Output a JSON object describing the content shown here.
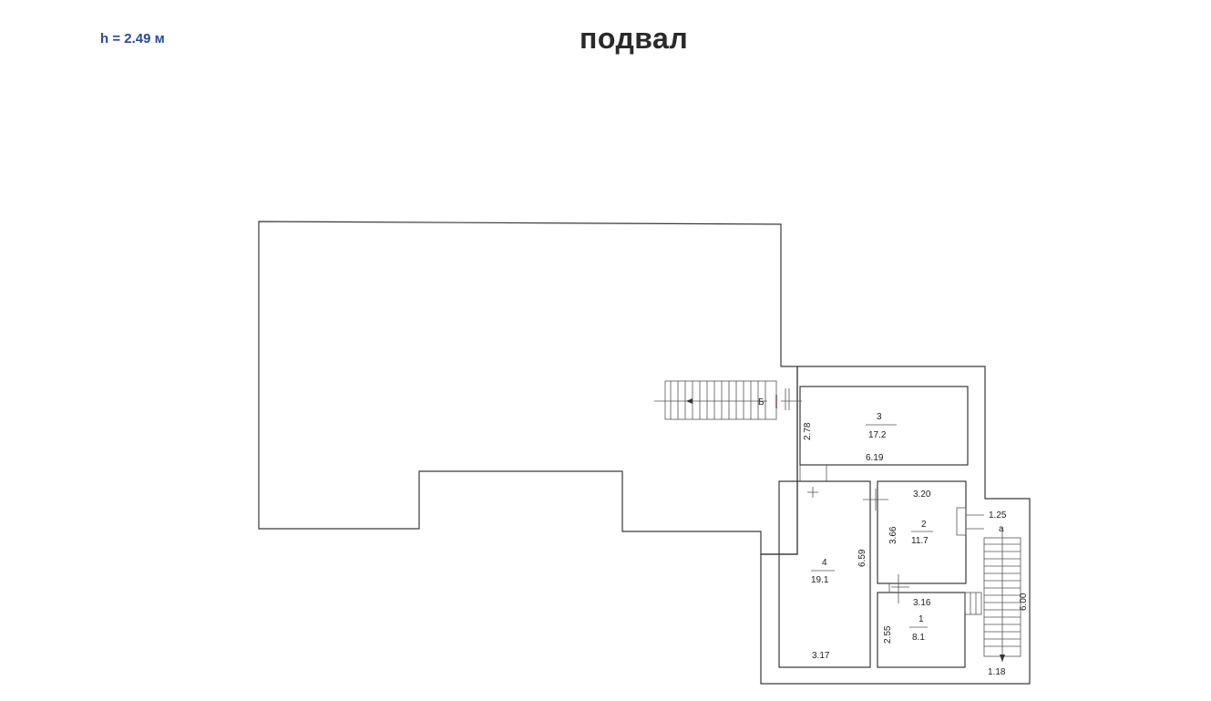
{
  "header": {
    "height_label": "h = 2.49 м",
    "title": "подвал"
  },
  "rooms": [
    {
      "number": "1",
      "area": "8.1"
    },
    {
      "number": "2",
      "area": "11.7"
    },
    {
      "number": "3",
      "area": "17.2"
    },
    {
      "number": "4",
      "area": "19.1"
    }
  ],
  "dimensions": {
    "room3_height": "2.78",
    "room3_width": "6.19",
    "room2_width": "3.20",
    "room2_height": "3.66",
    "room4_height": "6.59",
    "room4_width": "3.17",
    "room1_width": "3.16",
    "room1_height": "2.55",
    "stair_top_width": "1.25",
    "stair_length": "6.00",
    "stair_bottom_width": "1.18"
  },
  "markers": {
    "stair_a": "а",
    "stair_b": "Б"
  },
  "colors": {
    "height_label": "#2b4a9a",
    "title": "#2a2a2a",
    "lines": "#3a3a3a"
  }
}
